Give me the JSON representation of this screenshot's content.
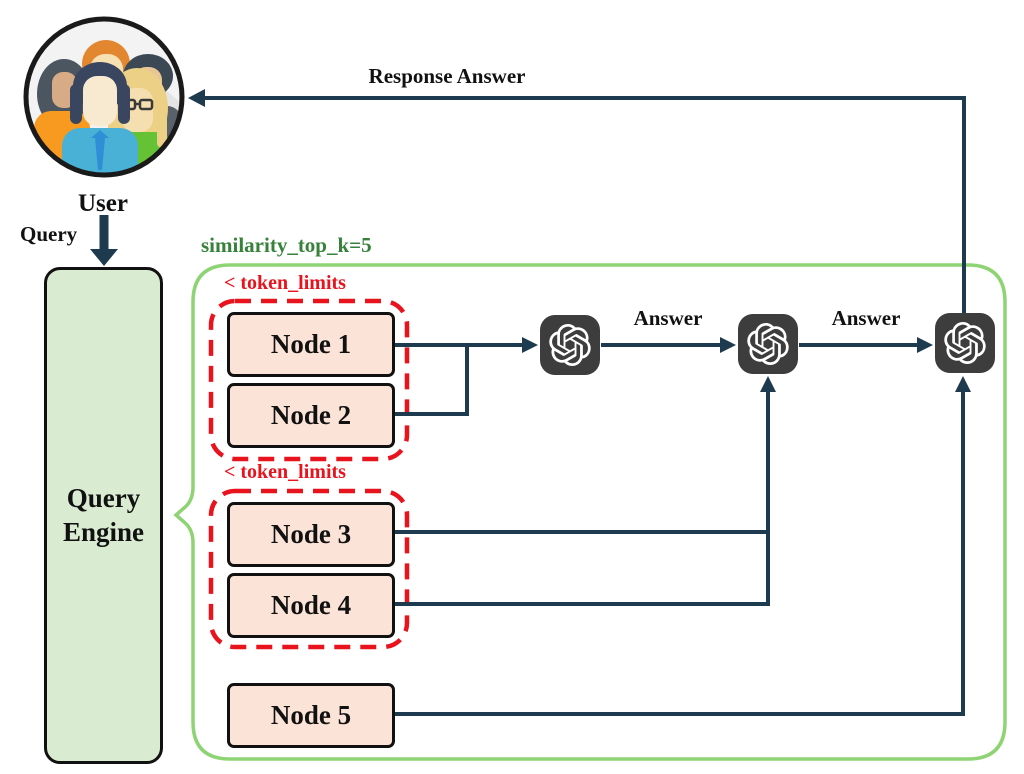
{
  "user": {
    "label": "User"
  },
  "edges": {
    "query_label": "Query",
    "response_label": "Response Answer",
    "answer_labels": [
      "Answer",
      "Answer"
    ]
  },
  "query_engine": {
    "label": "Query Engine"
  },
  "container": {
    "label": "similarity_top_k=5"
  },
  "token_limit_labels": [
    "< token_limits",
    "< token_limits"
  ],
  "nodes": [
    {
      "label": "Node 1"
    },
    {
      "label": "Node 2"
    },
    {
      "label": "Node 3"
    },
    {
      "label": "Node 4"
    },
    {
      "label": "Node 5"
    }
  ],
  "llm_icons": [
    "openai-icon",
    "openai-icon",
    "openai-icon"
  ],
  "colors": {
    "connector": "#1d3a4e",
    "token_limit_red": "#e8131d",
    "container_green_border": "#8ed374",
    "container_label_green": "#37823b",
    "node_fill": "#fbe4d7",
    "engine_fill": "#d9ecd2",
    "llm_icon_bg": "#3d3d3d",
    "llm_icon_glyph": "#ffffff"
  }
}
